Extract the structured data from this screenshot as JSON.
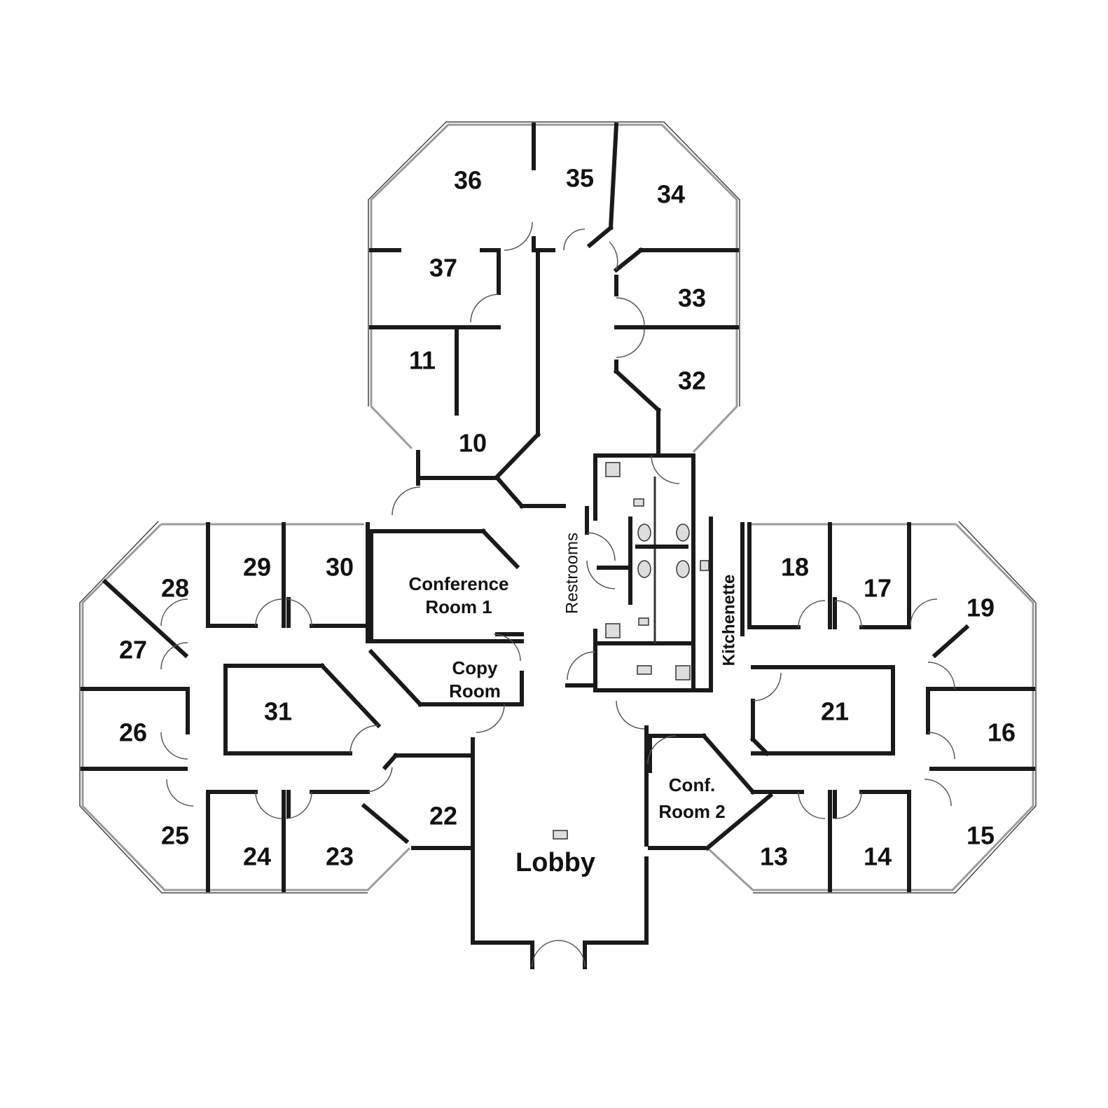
{
  "rooms": [
    {
      "id": "room-36",
      "label": "36"
    },
    {
      "id": "room-35",
      "label": "35"
    },
    {
      "id": "room-34",
      "label": "34"
    },
    {
      "id": "room-37",
      "label": "37"
    },
    {
      "id": "room-33",
      "label": "33"
    },
    {
      "id": "room-11",
      "label": "11"
    },
    {
      "id": "room-32",
      "label": "32"
    },
    {
      "id": "room-10",
      "label": "10"
    },
    {
      "id": "room-29",
      "label": "29"
    },
    {
      "id": "room-30",
      "label": "30"
    },
    {
      "id": "room-28",
      "label": "28"
    },
    {
      "id": "room-27",
      "label": "27"
    },
    {
      "id": "room-31",
      "label": "31"
    },
    {
      "id": "room-26",
      "label": "26"
    },
    {
      "id": "room-25",
      "label": "25"
    },
    {
      "id": "room-24",
      "label": "24"
    },
    {
      "id": "room-23",
      "label": "23"
    },
    {
      "id": "room-22",
      "label": "22"
    },
    {
      "id": "room-18",
      "label": "18"
    },
    {
      "id": "room-17",
      "label": "17"
    },
    {
      "id": "room-19",
      "label": "19"
    },
    {
      "id": "room-21",
      "label": "21"
    },
    {
      "id": "room-16",
      "label": "16"
    },
    {
      "id": "room-15",
      "label": "15"
    },
    {
      "id": "room-13",
      "label": "13"
    },
    {
      "id": "room-14",
      "label": "14"
    }
  ],
  "named_rooms": {
    "conference_1_line1": "Conference",
    "conference_1_line2": "Room 1",
    "copy_line1": "Copy",
    "copy_line2": "Room",
    "conf2_line1": "Conf.",
    "conf2_line2": "Room 2",
    "lobby": "Lobby",
    "restrooms": "Restrooms",
    "kitchenette": "Kitchenette"
  }
}
